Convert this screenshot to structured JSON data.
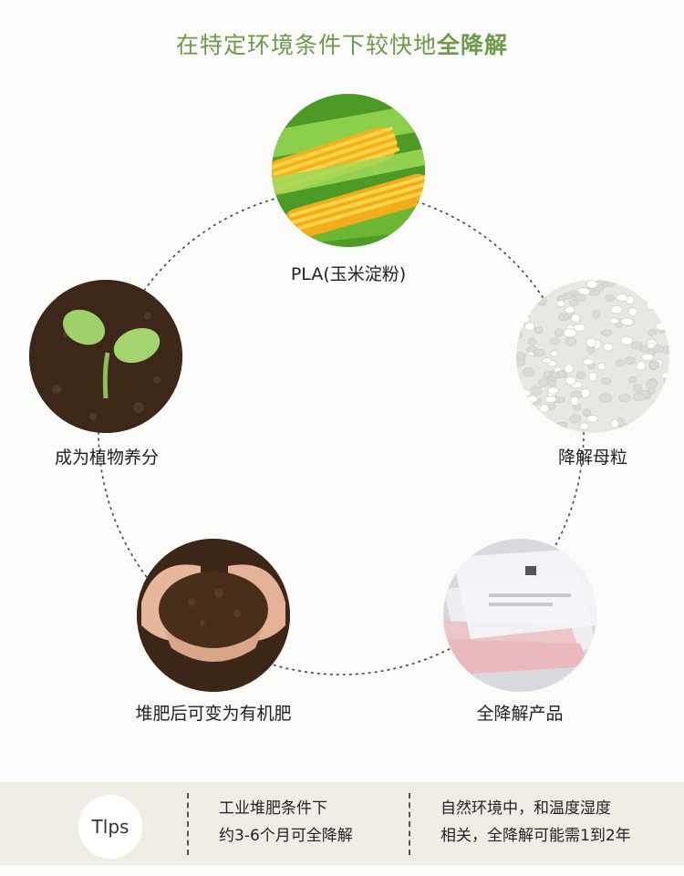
{
  "title": {
    "normal": "在特定环境条件下较快地",
    "bold": "全降解"
  },
  "cycle": [
    {
      "label": "PLA(玉米淀粉)",
      "icon": "corn-image"
    },
    {
      "label": "降解母粒",
      "icon": "pellets-image"
    },
    {
      "label": "全降解产品",
      "icon": "bags-image"
    },
    {
      "label": "堆肥后可变为有机肥",
      "icon": "compost-hands-image"
    },
    {
      "label": "成为植物养分",
      "icon": "seedling-image"
    }
  ],
  "footer": {
    "tag": "Tlps",
    "note1": [
      "工业堆肥条件下",
      "约3-6个月可全降解"
    ],
    "note2": [
      "自然环境中，和温度湿度",
      "相关，全降解可能需1到2年"
    ]
  }
}
